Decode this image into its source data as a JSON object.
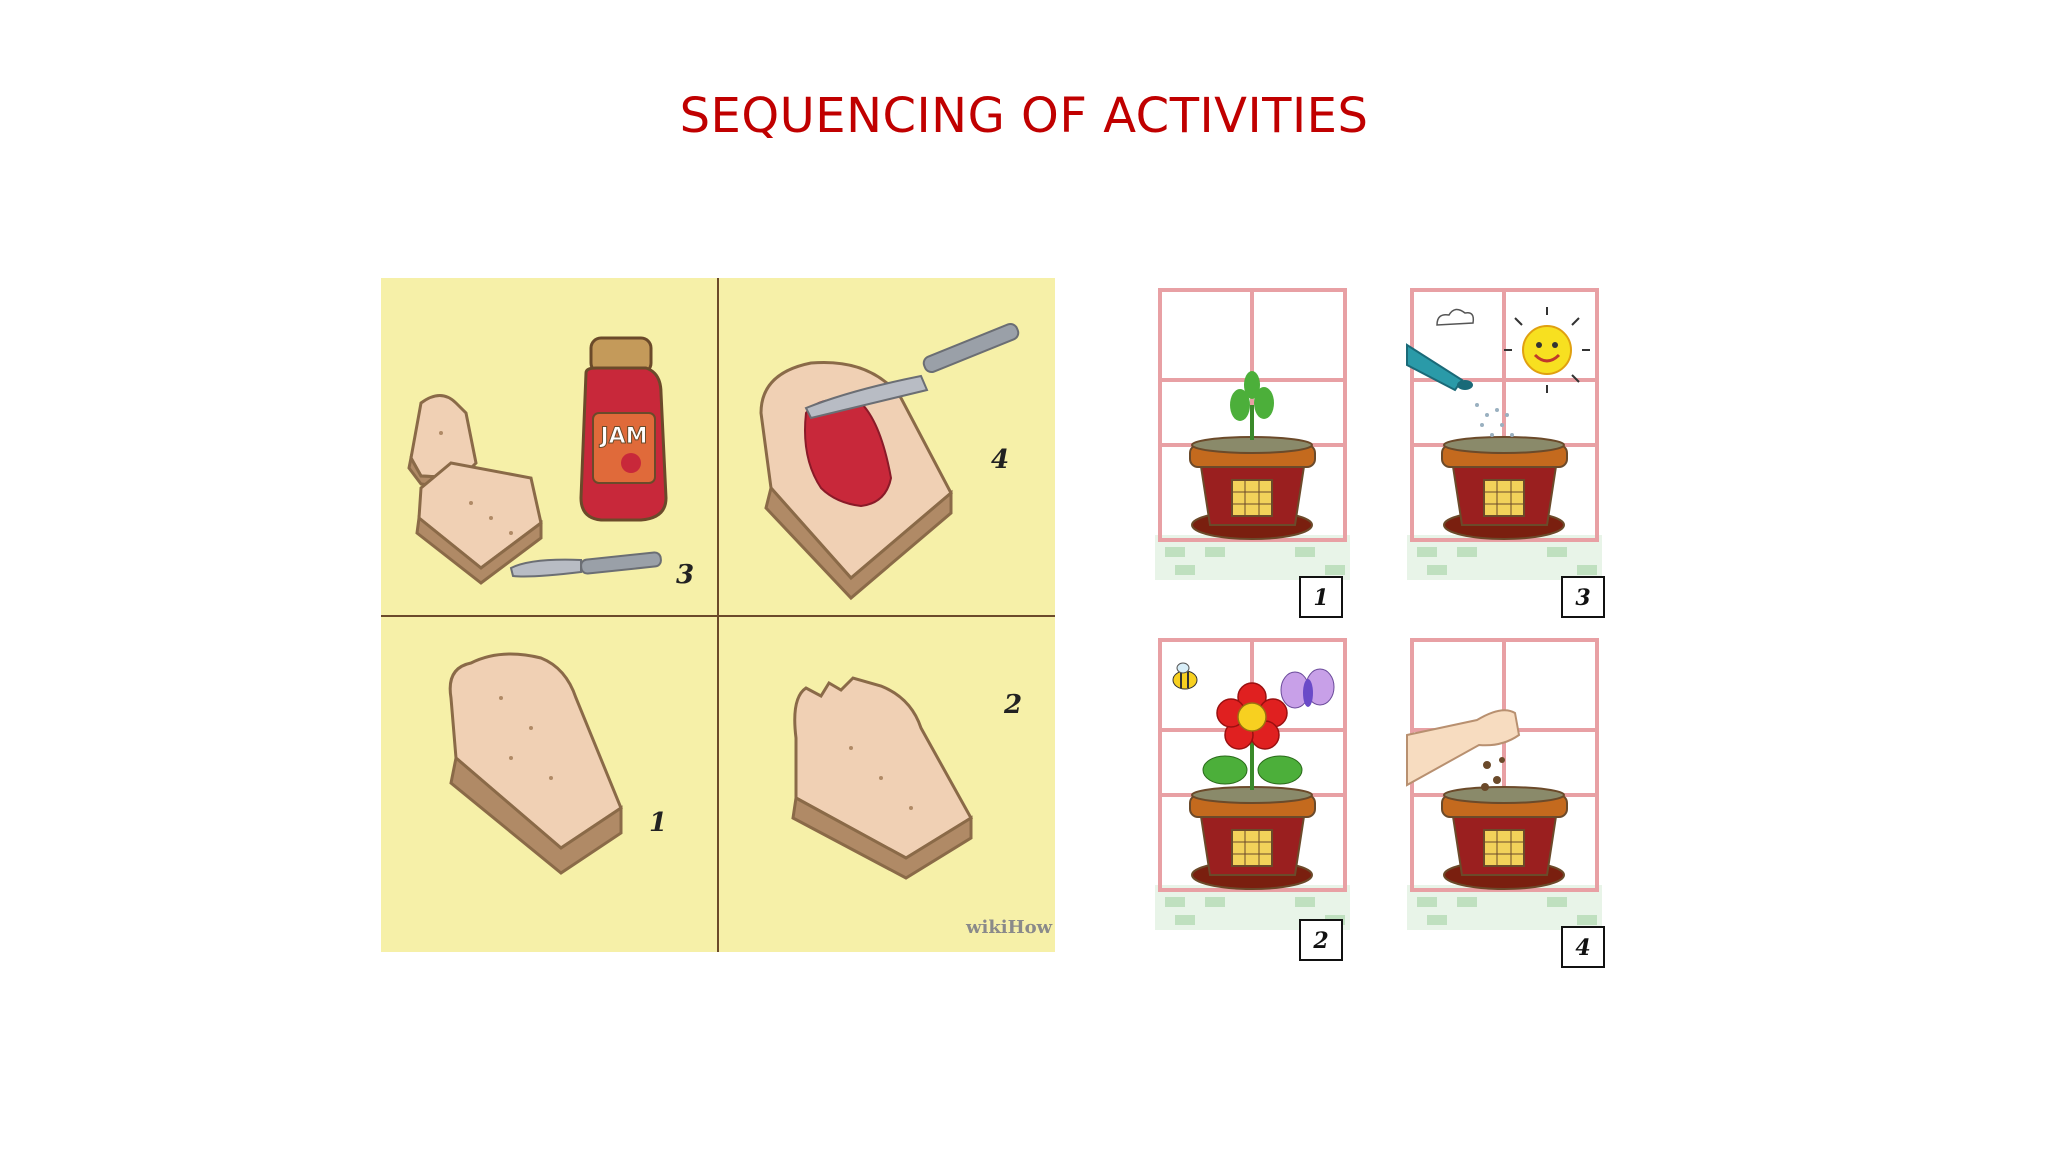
{
  "slide": {
    "title": "SEQUENCING OF ACTIVITIES"
  },
  "sandwich_sequence": {
    "background_color": "#f6f0a8",
    "steps": [
      {
        "panel": "top-left",
        "number": "3",
        "description": "bread-slices-jam-jar-knife"
      },
      {
        "panel": "top-right",
        "number": "4",
        "description": "spreading-jam-on-bread"
      },
      {
        "panel": "bottom-left",
        "number": "1",
        "description": "whole-sandwich"
      },
      {
        "panel": "bottom-right",
        "number": "2",
        "description": "bitten-sandwich"
      }
    ],
    "jar_label": "JAM",
    "watermark": "wikiHow"
  },
  "plant_sequence": {
    "steps": [
      {
        "panel": "top-left",
        "number": "1",
        "description": "sprout-in-pot"
      },
      {
        "panel": "top-right",
        "number": "3",
        "description": "watering-can-and-sun"
      },
      {
        "panel": "bottom-left",
        "number": "2",
        "description": "flower-with-bee-and-butterfly"
      },
      {
        "panel": "bottom-right",
        "number": "4",
        "description": "hand-dropping-seeds"
      }
    ]
  },
  "colors": {
    "title": "#c00000",
    "bread_crust": "#a88a68",
    "bread_inside": "#f0d0b4",
    "jam": "#c8283a",
    "pot": "#7a1f0f",
    "window_frame": "#e8a0a4"
  }
}
